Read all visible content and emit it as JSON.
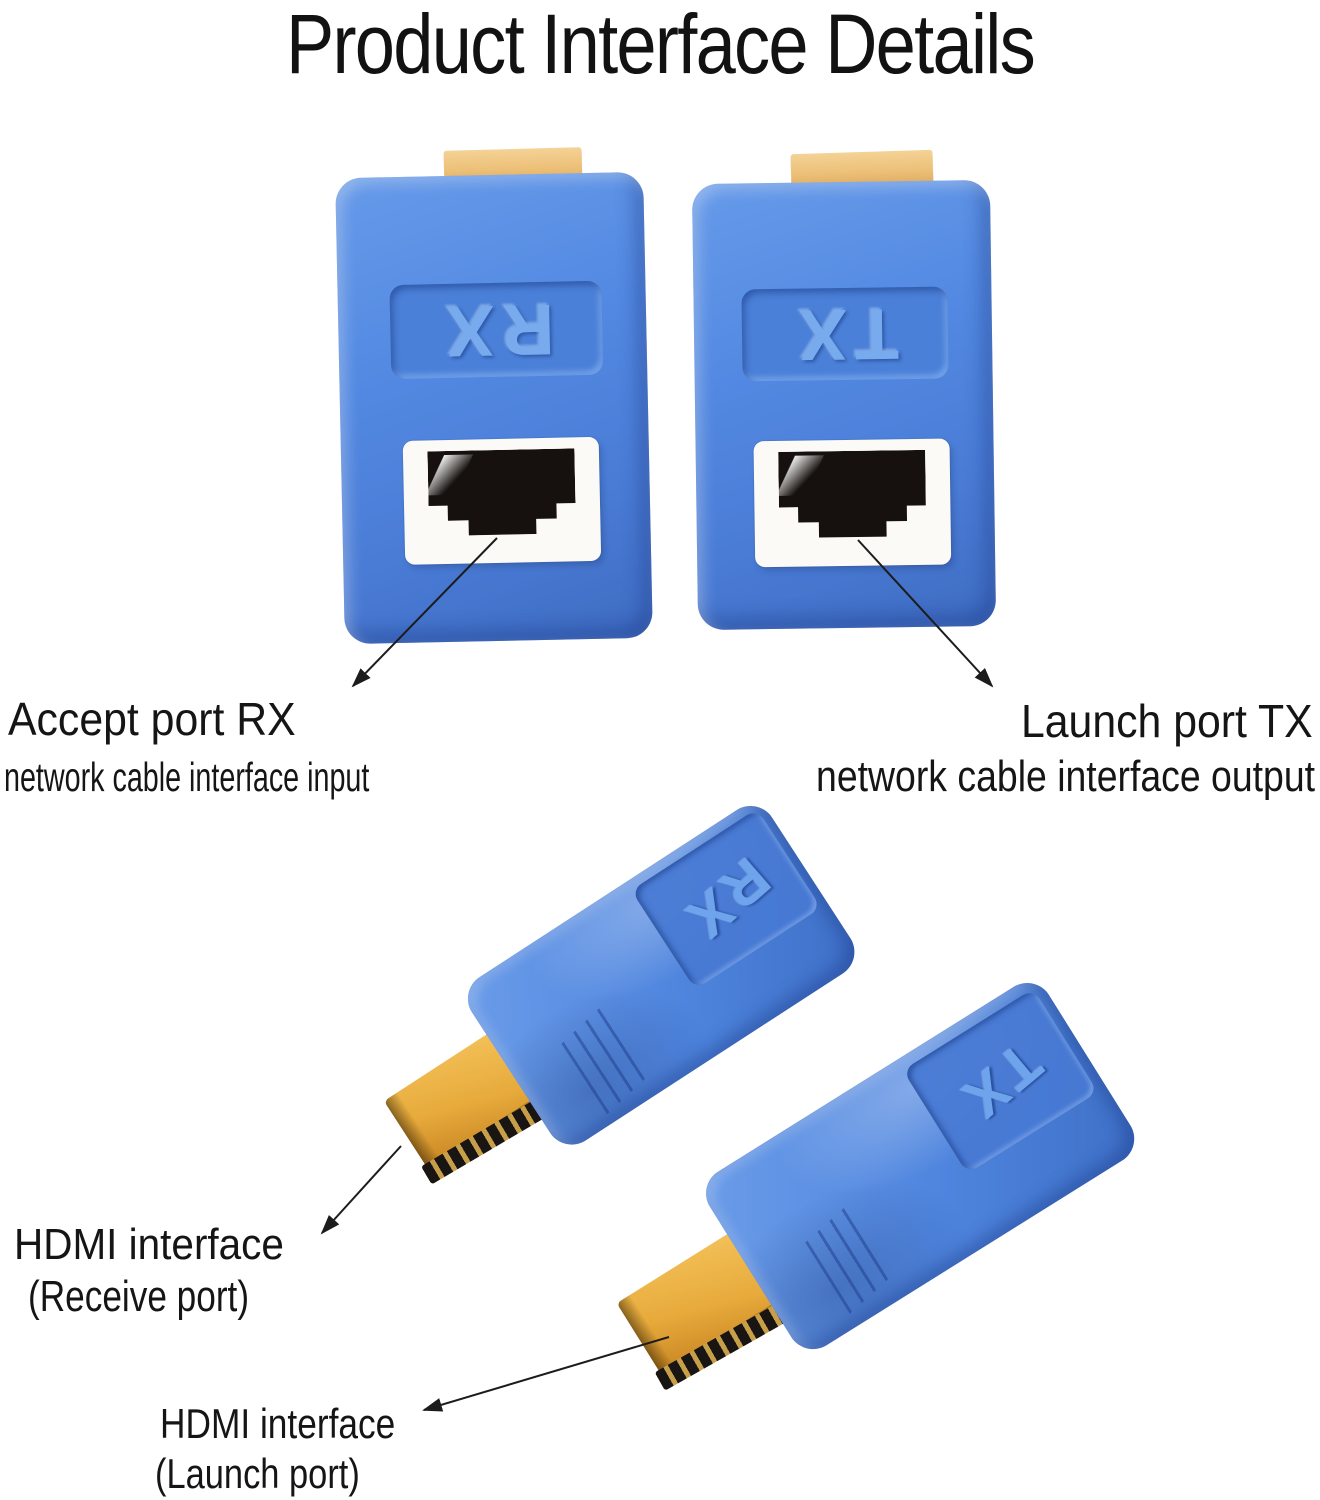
{
  "title": "Product Interface Details",
  "top_adapters": [
    {
      "label": "RX"
    },
    {
      "label": "TX"
    }
  ],
  "bottom_adapters": [
    {
      "label": "RX"
    },
    {
      "label": "TX"
    }
  ],
  "callouts": {
    "rx_port": {
      "heading": "Accept port RX",
      "subheading": "network cable interface input"
    },
    "tx_port": {
      "heading": "Launch port TX",
      "subheading": "network cable interface output"
    },
    "hdmi_receive": {
      "heading": "HDMI interface",
      "subheading": "(Receive port)"
    },
    "hdmi_launch": {
      "heading": "HDMI interface",
      "subheading": "(Launch port)"
    }
  },
  "colors": {
    "adapter_blue": "#4f85de",
    "tab_gold": "#ecbf76",
    "hdmi_gold": "#e7aa3b",
    "faceplate_white": "#fbfaf6",
    "port_black": "#16110e",
    "arrow": "#1c1c1c",
    "text": "#151515",
    "background": "#ffffff"
  }
}
